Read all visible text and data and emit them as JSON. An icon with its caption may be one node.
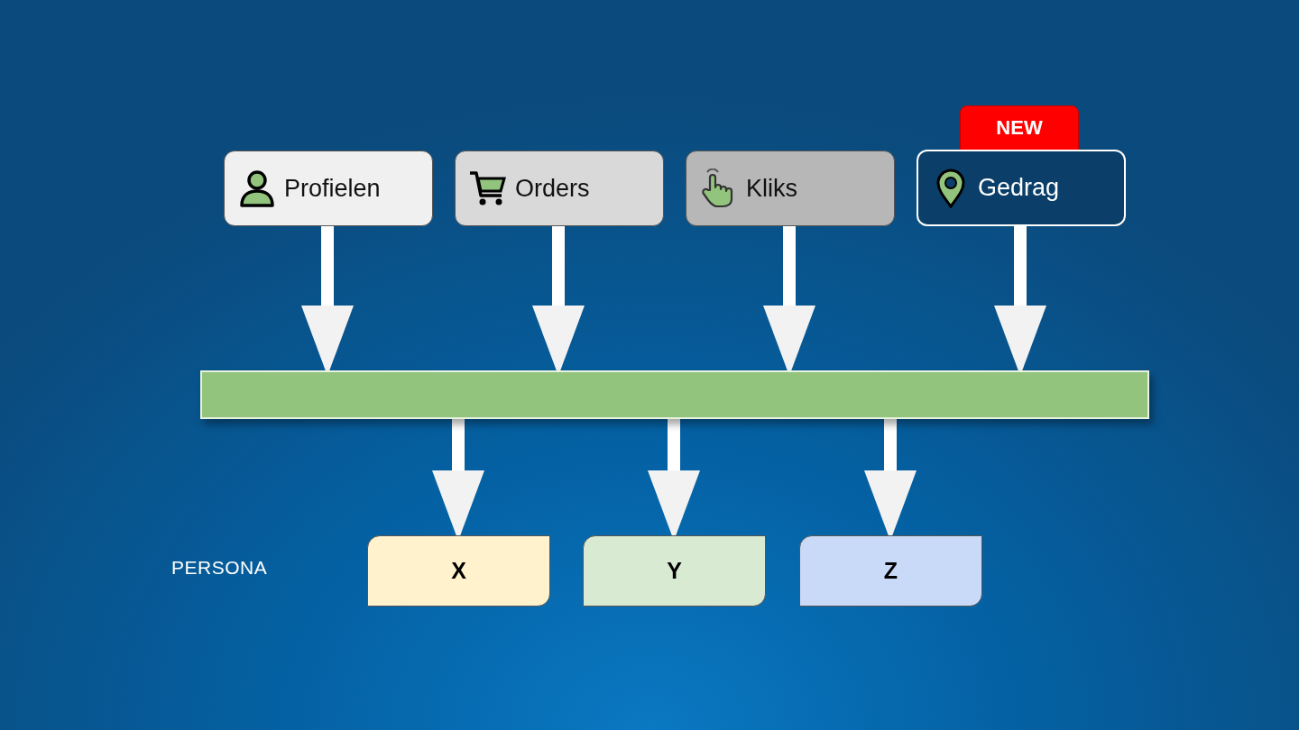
{
  "diagram": {
    "nodes": [
      {
        "text": [
          "NEW"
        ]
      },
      {
        "text": [
          "Profielen"
        ]
      },
      {
        "text": [
          "Orders"
        ]
      },
      {
        "text": [
          "Kliks"
        ]
      },
      {
        "text": [
          "Gedrag"
        ]
      },
      {
        "text": [],
        "shape": "bar"
      },
      {
        "text": [
          "X"
        ]
      },
      {
        "text": [
          "Y"
        ]
      },
      {
        "text": [
          "Z"
        ]
      }
    ],
    "edges": [
      {
        "from": 1,
        "to": 5,
        "arrow": "to"
      },
      {
        "from": 2,
        "to": 5,
        "arrow": "to"
      },
      {
        "from": 3,
        "to": 5,
        "arrow": "to"
      },
      {
        "from": 4,
        "to": 5,
        "arrow": "to"
      },
      {
        "from": 5,
        "to": 6,
        "arrow": "to"
      },
      {
        "from": 5,
        "to": 7,
        "arrow": "to"
      },
      {
        "from": 5,
        "to": 8,
        "arrow": "to"
      }
    ],
    "labels": [
      "PERSONA"
    ]
  }
}
